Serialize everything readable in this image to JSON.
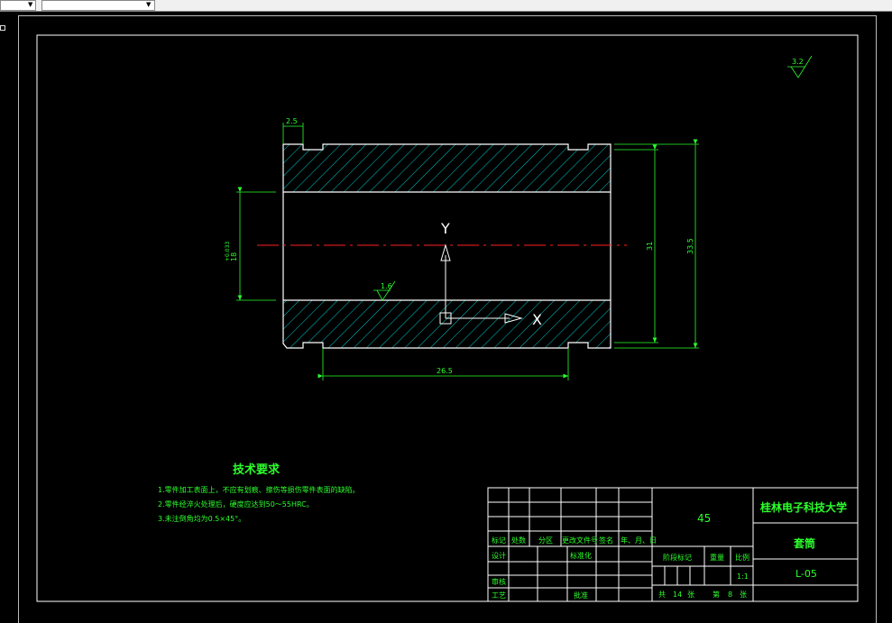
{
  "drawing": {
    "roughness": "3.2",
    "dim_top_left": "2.5",
    "dim_bore_vertical": "18",
    "dim_bore_vertical_tol": "+0.033",
    "dim_inner_right": "31",
    "dim_outer_right": "33.5",
    "dim_bottom": "26.5",
    "roughness_inner": "1.6",
    "axis_y": "Y",
    "axis_x": "X"
  },
  "tech_req": {
    "title": "技术要求",
    "lines": [
      "1.零件加工表面上，不应有划痕、擦伤等损伤零件表面的缺陷。",
      "2.零件经淬火处理后，硬度应达到50～55HRC。",
      "3.未注倒角均为0.5×45°。"
    ]
  },
  "title_block": {
    "material": "45",
    "school": "桂林电子科技大学",
    "part_name": "套筒",
    "drawing_no": "L-05",
    "col_mark": "标记",
    "col_count": "处数",
    "col_zone": "分区",
    "col_changefile": "更改文件号",
    "col_sign": "签名",
    "col_date": "年、月、日",
    "row_design": "设计",
    "row_standard": "标准化",
    "row_review": "审核",
    "row_process": "工艺",
    "row_approve": "批准",
    "stage_mark": "阶段标记",
    "weight": "重量",
    "ratio": "比例",
    "ratio_value": "1:1",
    "sheets_total_label": "共",
    "sheets_total": "14",
    "sheets_unit1": "张",
    "sheet_no_label": "第",
    "sheet_no": "8",
    "sheets_unit2": "张"
  },
  "colors": {
    "line_white": "#ffffff",
    "hatch": "#00c8c8",
    "dim": "#2cff2c",
    "center": "#ff2020",
    "background": "#000000"
  }
}
